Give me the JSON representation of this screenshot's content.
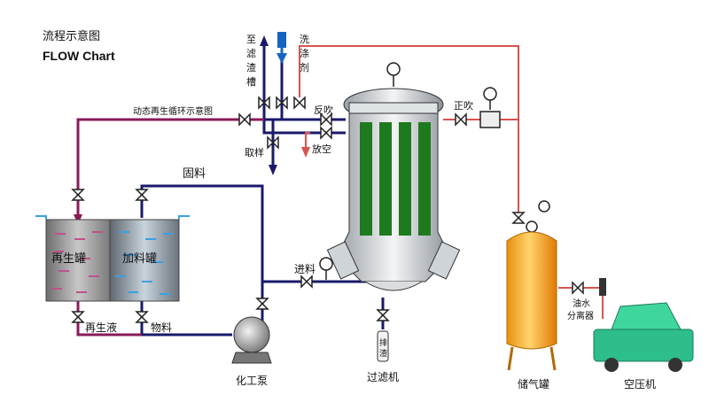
{
  "title": {
    "zh": "流程示意图",
    "en": "FLOW Chart"
  },
  "labels": {
    "to_slag_tank": [
      "至",
      "滤",
      "渣",
      "槽"
    ],
    "washing_agent": [
      "洗",
      "涤",
      "剂"
    ],
    "dynamic_regen": "动态再生循环示意图",
    "back_blow": "反吹",
    "forward_blow": "正吹",
    "vent": "放空",
    "sampling": "取样",
    "solid_material": "固料",
    "regen_tank": "再生罐",
    "feed_tank": "加料罐",
    "regen_liquid": "再生液",
    "material": "物料",
    "inlet": "进料",
    "pump": "化工泵",
    "filter": "过滤机",
    "discharge": [
      "排",
      "渣"
    ],
    "air_tank": "储气罐",
    "oil_water_sep": [
      "油水",
      "分离器"
    ],
    "compressor": "空压机"
  },
  "colors": {
    "pipe_main": "#1a1a6b",
    "pipe_regen": "#8a1a5a",
    "pipe_air": "#d9534f",
    "filter_element": "#1e7a1e",
    "air_tank": "#f39c12",
    "compressor": "#2dbe8a",
    "wash_blue": "#1565c0"
  }
}
